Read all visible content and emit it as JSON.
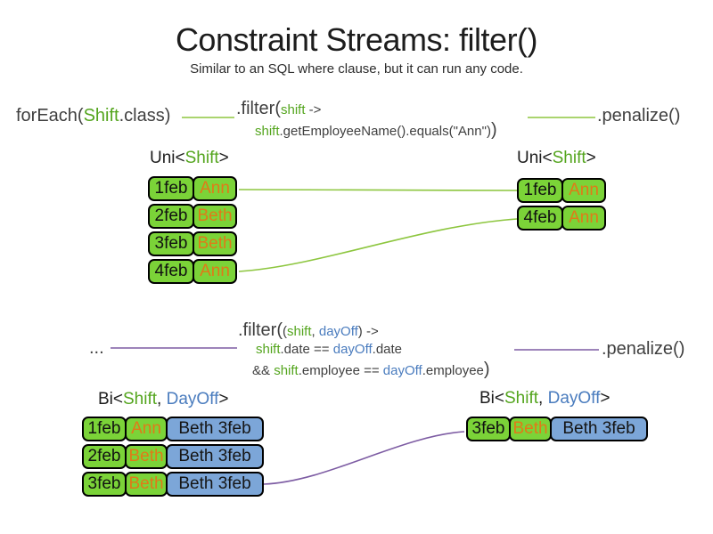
{
  "title": "Constraint Streams: filter()",
  "subtitle": "Similar to an SQL where clause, but it can run any code.",
  "colors": {
    "green_text": "#54a51e",
    "blue_text": "#4a7cbe",
    "orange_text": "#e07a18",
    "dark_text": "#3f3f3f",
    "cell_green_bg": "#7bd338",
    "cell_blue_bg": "#7ca6d8",
    "connector_green": "#8dc63f",
    "connector_purple": "#7d5ca3"
  },
  "uni_section": {
    "foreach": {
      "pre": "forEach(",
      "type": "Shift",
      "post": ".class)"
    },
    "filter": {
      "open": ".filter(",
      "arg": "shift",
      "arrow": " ->",
      "body_arg": "shift",
      "body": ".getEmployeeName().equals(\"Ann\")",
      "close": ")"
    },
    "penalize": ".penalize()",
    "left_table": {
      "label": {
        "pre": "Uni<",
        "type": "Shift",
        "post": ">"
      },
      "rows": [
        {
          "date": "1feb",
          "employee": "Ann"
        },
        {
          "date": "2feb",
          "employee": "Beth"
        },
        {
          "date": "3feb",
          "employee": "Beth"
        },
        {
          "date": "4feb",
          "employee": "Ann"
        }
      ]
    },
    "right_table": {
      "label": {
        "pre": "Uni<",
        "type": "Shift",
        "post": ">"
      },
      "rows": [
        {
          "date": "1feb",
          "employee": "Ann"
        },
        {
          "date": "4feb",
          "employee": "Ann"
        }
      ]
    }
  },
  "bi_section": {
    "ellipsis": "...",
    "filter": {
      "open": ".filter(",
      "paren": "(",
      "arg1": "shift",
      "comma": ", ",
      "arg2": "dayOff",
      "arrow": ") ->",
      "line2": {
        "a1": "shift",
        "op1": ".date == ",
        "a2": "dayOff",
        "op2": ".date"
      },
      "line3": {
        "amp": "&& ",
        "a1": "shift",
        "op1": ".employee == ",
        "a2": "dayOff",
        "op2": ".employee",
        "close": ")"
      }
    },
    "penalize": ".penalize()",
    "left_table": {
      "label": {
        "pre": "Bi<",
        "type1": "Shift",
        "comma": ", ",
        "type2": "DayOff",
        "post": ">"
      },
      "rows": [
        {
          "date": "1feb",
          "employee": "Ann",
          "dayoff": "Beth 3feb"
        },
        {
          "date": "2feb",
          "employee": "Beth",
          "dayoff": "Beth 3feb"
        },
        {
          "date": "3feb",
          "employee": "Beth",
          "dayoff": "Beth 3feb"
        }
      ]
    },
    "right_table": {
      "label": {
        "pre": "Bi<",
        "type1": "Shift",
        "comma": ", ",
        "type2": "DayOff",
        "post": ">"
      },
      "rows": [
        {
          "date": "3feb",
          "employee": "Beth",
          "dayoff": "Beth 3feb"
        }
      ]
    }
  }
}
